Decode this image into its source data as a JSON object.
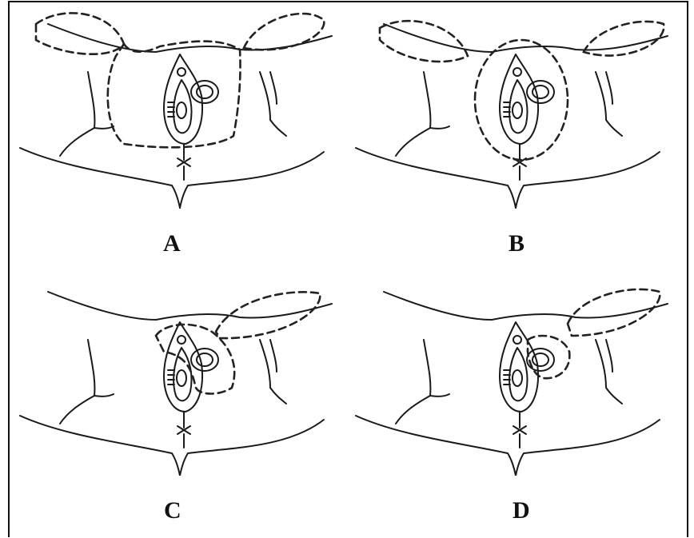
{
  "figure": {
    "panels": [
      {
        "label": "A",
        "excision": "wide"
      },
      {
        "label": "B",
        "excision": "central"
      },
      {
        "label": "C",
        "excision": "right-local"
      },
      {
        "label": "D",
        "excision": "right-small"
      }
    ]
  }
}
